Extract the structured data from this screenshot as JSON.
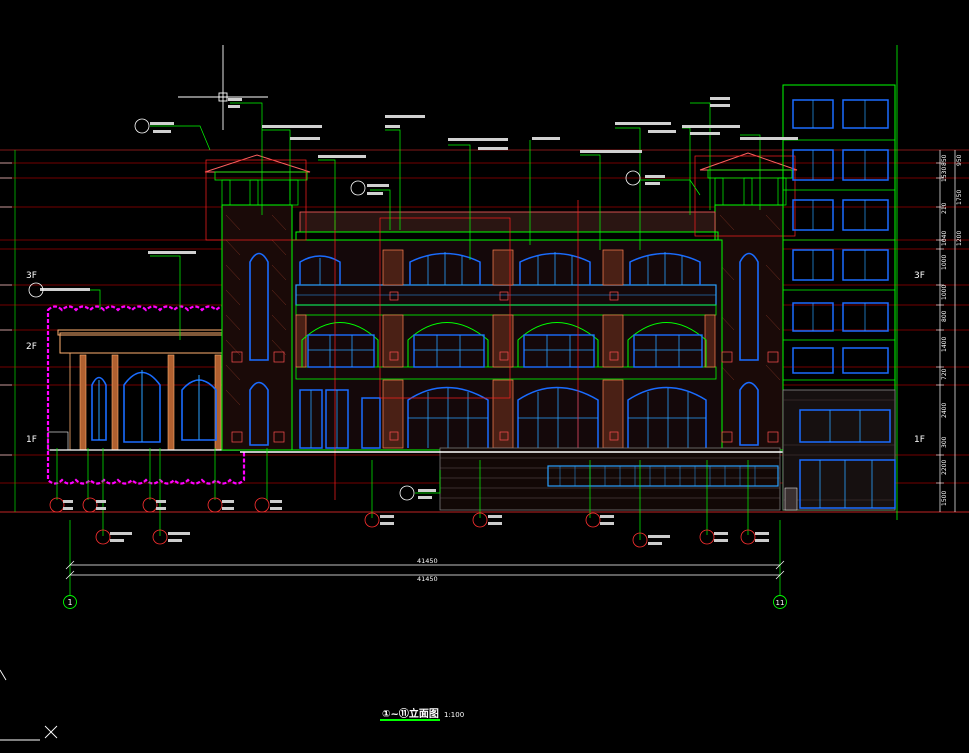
{
  "levels": {
    "left": [
      "3F",
      "2F",
      "1F"
    ],
    "right": [
      "3F",
      "1F"
    ]
  },
  "overall_dimension": "41450",
  "axis_labels": {
    "start": "1",
    "end": "11"
  },
  "right_dims": [
    "850",
    "950",
    "1530",
    "1750",
    "210",
    "1040",
    "1200",
    "1000",
    "1000",
    "800",
    "1400",
    "720",
    "2400",
    "300",
    "2200",
    "1500"
  ],
  "title": {
    "label": "①~⑪立面图",
    "scale": "1:100"
  },
  "colors": {
    "wall_outline": "#00ff00",
    "window_frame": "#1a6cff",
    "window_bar": "#2aa0ff",
    "level_line": "#ff0000",
    "leader": "#00ff00",
    "highlight": "#ff00ff",
    "roof": "#ff5050",
    "annotation_text": "#ffffff",
    "dim_text": "#ffffff"
  }
}
